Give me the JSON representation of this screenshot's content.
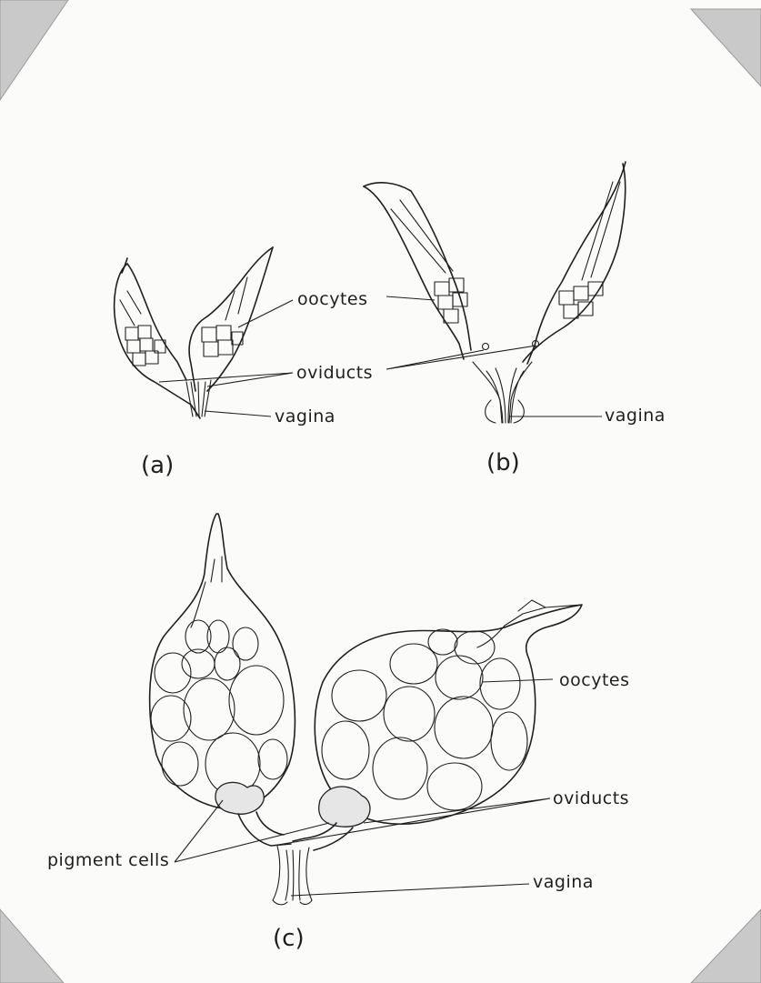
{
  "labels": {
    "a_oocytes": "oocytes",
    "a_oviducts": "oviducts",
    "a_vagina": "vagina",
    "a_panel": "(a)",
    "b_panel": "(b)",
    "c_oocytes": "oocytes",
    "c_oviducts": "oviducts",
    "c_pigment": "pigment cells",
    "c_vagina": "vagina",
    "c_panel": "(c)"
  },
  "colors": {
    "ink": "#1f1f1f",
    "paper": "#fbfbf9",
    "photo_corner": "#c9c9c9"
  }
}
